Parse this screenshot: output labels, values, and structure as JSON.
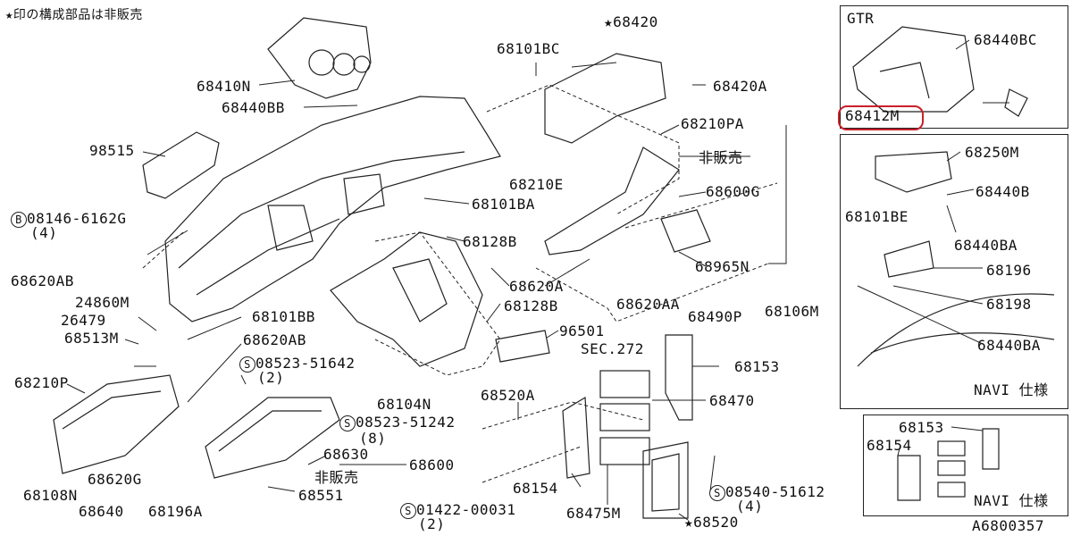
{
  "note": "★印の構成部品は非販売",
  "not_sold": "非販売",
  "sec": "SEC.272",
  "diagram_id": "A6800357",
  "panels": {
    "gtr_title": "GTR",
    "navi_title_1": "NAVI 仕様",
    "navi_title_2": "NAVI 仕様"
  },
  "parts": {
    "p68410N": "68410N",
    "p68440BB": "68440BB",
    "p98515": "98515",
    "p08146": "08146-6162G",
    "p08146_qty": "(4)",
    "p68620AB_1": "68620AB",
    "p24860M": "24860M",
    "p26479": "26479",
    "p68513M": "68513M",
    "p68210P": "68210P",
    "p68108N": "68108N",
    "p68620G": "68620G",
    "p68640": "68640",
    "p68196A": "68196A",
    "p68101BB": "68101BB",
    "p68620AB_2": "68620AB",
    "p08523_1": "08523-51642",
    "p08523_1_qty": "(2)",
    "p68104N": "68104N",
    "p08523_2": "08523-51242",
    "p08523_2_qty": "(8)",
    "p68630": "68630",
    "p68600": "68600",
    "p68551": "68551",
    "p01422": "01422-00031",
    "p01422_qty": "(2)",
    "p68420_star": "68420",
    "p68101BC": "68101BC",
    "p68420A": "68420A",
    "p68210PA": "68210PA",
    "p68210E": "68210E",
    "p68101BA": "68101BA",
    "p68128B_1": "68128B",
    "p68600G": "68600G",
    "p68620A": "68620A",
    "p68620AA": "68620AA",
    "p68965N": "68965N",
    "p68128B_2": "68128B",
    "p96501": "96501",
    "p68490P": "68490P",
    "p68106M": "68106M",
    "p68153": "68153",
    "p68470": "68470",
    "p68520A": "68520A",
    "p68154": "68154",
    "p68475M": "68475M",
    "p68520_star": "68520",
    "p08540": "08540-51612",
    "p08540_qty": "(4)",
    "gtr_68440BC": "68440BC",
    "gtr_68412M": "68412M",
    "n1_68250M": "68250M",
    "n1_68440B": "68440B",
    "n1_68101BE": "68101BE",
    "n1_68440BA": "68440BA",
    "n1_68196": "68196",
    "n1_68198": "68198",
    "n1_68440BA_2": "68440BA",
    "n2_68153": "68153",
    "n2_68154": "68154"
  },
  "circled_s": "S",
  "circled_b": "B",
  "star": "★",
  "highlight_color": "#c8202a"
}
